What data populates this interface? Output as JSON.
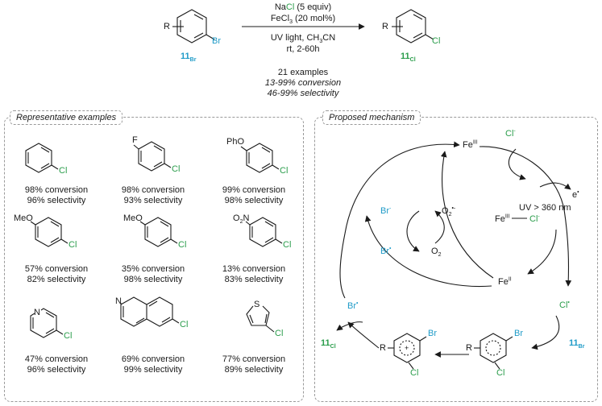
{
  "scheme": {
    "reactant": {
      "r": "R",
      "br": "Br",
      "label_main": "11",
      "label_sub": "Br"
    },
    "product": {
      "r": "R",
      "cl": "Cl",
      "label_main": "11",
      "label_sub": "Cl"
    },
    "reagent1": {
      "pre": "Na",
      "hl": "Cl",
      "post": " (5 equiv)"
    },
    "reagent2": {
      "pre": "FeCl",
      "sub": "3",
      "post": " (20 mol%)"
    },
    "condition1": {
      "pre": "UV light, CH",
      "sub": "3",
      "post": "CN"
    },
    "condition2": "rt, 2-60h",
    "summary1": "21 examples",
    "summary2": "13-99% conversion",
    "summary3": "46-99% selectivity"
  },
  "examples_panel": {
    "title": "Representative examples",
    "items": [
      {
        "conversion": "98% conversion",
        "selectivity": "96% selectivity",
        "cl": "Cl"
      },
      {
        "conversion": "98% conversion",
        "selectivity": "93% selectivity",
        "cl": "Cl",
        "sub": "F"
      },
      {
        "conversion": "99% conversion",
        "selectivity": "98% selectivity",
        "cl": "Cl",
        "sub": "PhO"
      },
      {
        "conversion": "57% conversion",
        "selectivity": "82% selectivity",
        "cl": "Cl",
        "sub": "MeO"
      },
      {
        "conversion": "35% conversion",
        "selectivity": "98% selectivity",
        "cl": "Cl",
        "sub": "MeO"
      },
      {
        "conversion": "13% conversion",
        "selectivity": "83% selectivity",
        "cl": "Cl",
        "sub_pre": "O",
        "sub_sub": "2",
        "sub_post": "N"
      },
      {
        "conversion": "47% conversion",
        "selectivity": "96% selectivity",
        "cl": "Cl",
        "hetero": "N"
      },
      {
        "conversion": "69% conversion",
        "selectivity": "99% selectivity",
        "cl": "Cl",
        "hetero": "N"
      },
      {
        "conversion": "77% conversion",
        "selectivity": "89% selectivity",
        "cl": "Cl",
        "hetero": "S"
      }
    ]
  },
  "mechanism_panel": {
    "title": "Proposed mechanism",
    "cl_minus": "Cl",
    "minus": "-",
    "fe3": {
      "main": "Fe",
      "sup": "III"
    },
    "fe2": {
      "main": "Fe",
      "sup": "II"
    },
    "electron": "e",
    "uv": "UV > 360 nm",
    "complex_fe": {
      "main": "Fe",
      "sup": "III"
    },
    "complex_cl": "Cl",
    "cl_radical": "Cl",
    "br_minus": "Br",
    "br_radical_inner": "Br",
    "o2_rad": {
      "main": "O",
      "sub": "2"
    },
    "o2": {
      "main": "O",
      "sub": "2"
    },
    "br_radical_outer": "Br",
    "product_label": {
      "main": "11",
      "sub": "Cl"
    },
    "reactant_label": {
      "main": "11",
      "sub": "Br"
    },
    "int1": {
      "r": "R",
      "br": "Br",
      "cl": "Cl"
    },
    "int2": {
      "r": "R",
      "br": "Br",
      "cl": "Cl",
      "plus": "+"
    }
  },
  "colors": {
    "accent_blue": "#1f9bc8",
    "accent_green": "#2a9d4b",
    "panel_border": "#9a9a9a"
  }
}
